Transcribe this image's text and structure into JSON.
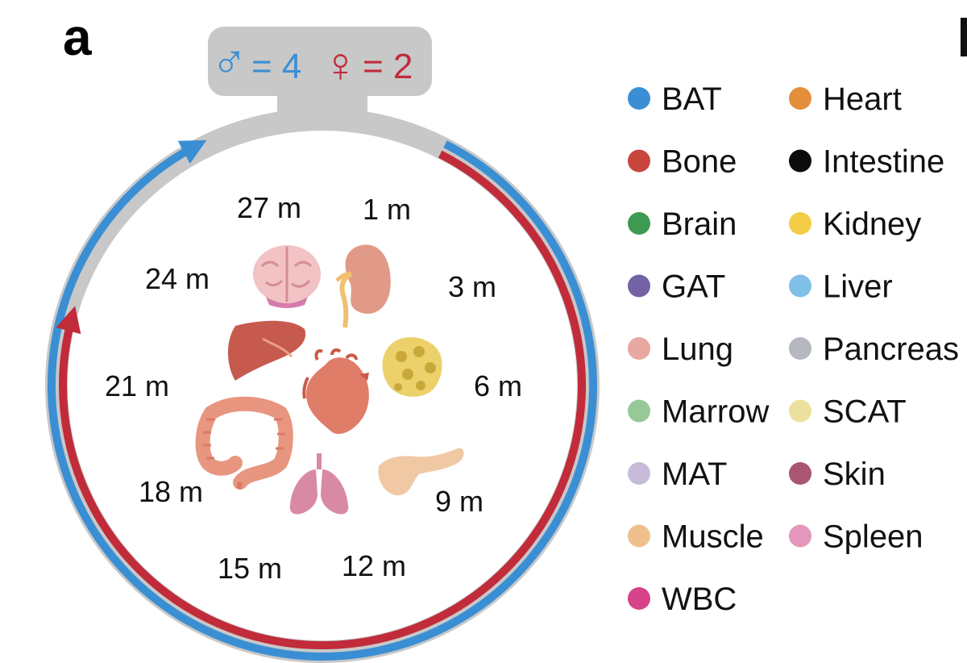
{
  "panel": {
    "label": "a"
  },
  "counts": {
    "male_symbol": "♂",
    "male_text": "= 4",
    "female_symbol": "♀",
    "female_text": "= 2"
  },
  "timepoints": [
    "1 m",
    "3 m",
    "6 m",
    "9 m",
    "12 m",
    "15 m",
    "18 m",
    "21 m",
    "24 m",
    "27 m"
  ],
  "organ_icons": [
    "brain-icon",
    "kidney-icon",
    "liver-icon",
    "heart-icon",
    "fat-icon",
    "intestine-icon",
    "lungs-icon",
    "pancreas-icon"
  ],
  "legend": [
    {
      "label": "BAT",
      "color": "#3a8fd4"
    },
    {
      "label": "Bone",
      "color": "#c9463d"
    },
    {
      "label": "Brain",
      "color": "#3c9a52"
    },
    {
      "label": "GAT",
      "color": "#7462a6"
    },
    {
      "label": "Lung",
      "color": "#e9a7a2"
    },
    {
      "label": "Marrow",
      "color": "#97c998"
    },
    {
      "label": "MAT",
      "color": "#c6bcda"
    },
    {
      "label": "Muscle",
      "color": "#efc08c"
    },
    {
      "label": "WBC",
      "color": "#d8428a"
    },
    {
      "label": "Heart",
      "color": "#e38e3b"
    },
    {
      "label": "Intestine",
      "color": "#0b0b0b"
    },
    {
      "label": "Kidney",
      "color": "#f3cd45"
    },
    {
      "label": "Liver",
      "color": "#7fbfe8"
    },
    {
      "label": "Pancreas",
      "color": "#b5b8bf"
    },
    {
      "label": "SCAT",
      "color": "#ebe09e"
    },
    {
      "label": "Skin",
      "color": "#a95573"
    },
    {
      "label": "Spleen",
      "color": "#e596bd"
    }
  ],
  "colors": {
    "male": "#3a8fd4",
    "female": "#c12b3a",
    "frame": "#c8c8c8"
  }
}
